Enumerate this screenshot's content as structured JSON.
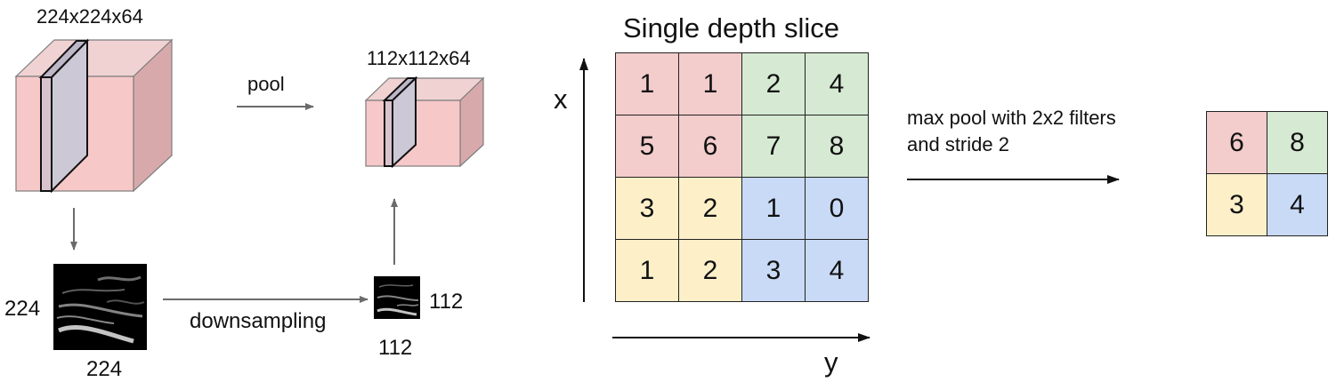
{
  "left": {
    "input_volume_label": "224x224x64",
    "pooled_volume_label": "112x112x64",
    "pool_label": "pool",
    "downsampling_label": "downsampling",
    "input_slice_height": "224",
    "input_slice_width": "224",
    "pooled_slice_height": "112",
    "pooled_slice_width": "112"
  },
  "right": {
    "title": "Single depth slice",
    "x_axis": "x",
    "y_axis": "y",
    "description_line1": "max pool with 2x2 filters",
    "description_line2": "and stride 2",
    "input_grid": [
      [
        "1",
        "1",
        "2",
        "4"
      ],
      [
        "5",
        "6",
        "7",
        "8"
      ],
      [
        "3",
        "2",
        "1",
        "0"
      ],
      [
        "1",
        "2",
        "3",
        "4"
      ]
    ],
    "output_grid": [
      [
        "6",
        "8"
      ],
      [
        "3",
        "4"
      ]
    ]
  },
  "colors": {
    "cube_front": "#f7c8c8",
    "cube_top": "#f0d2d2",
    "cube_side": "#d8a9ab",
    "slice_face": "#cdc8d6",
    "arrow": "#6b6b6b",
    "quadrant_red": "#f3cccc",
    "quadrant_green": "#d6ead3",
    "quadrant_yellow": "#fdf0c9",
    "quadrant_blue": "#c9daf6"
  }
}
